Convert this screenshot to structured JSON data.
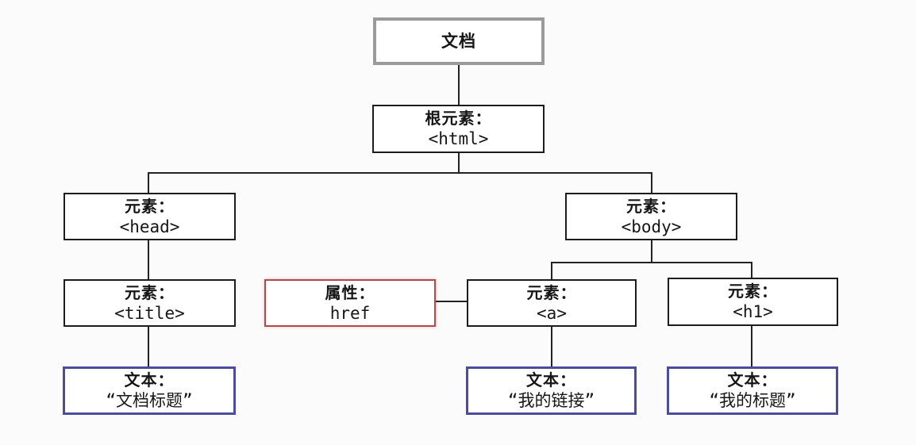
{
  "diagram": {
    "type": "dom-tree",
    "background": "#fbfbfb",
    "colors": {
      "document_border": "#9a9a9a",
      "element_border": "#1c1c1c",
      "attribute_border": "#b04a4a",
      "text_border": "#4c4c9d",
      "connector": "#222222"
    },
    "nodes": {
      "document": {
        "label": "文档"
      },
      "html": {
        "label": "根元素：",
        "value": "<html>"
      },
      "head": {
        "label": "元素：",
        "value": "<head>"
      },
      "body": {
        "label": "元素：",
        "value": "<body>"
      },
      "title": {
        "label": "元素：",
        "value": "<title>"
      },
      "href": {
        "label": "属性：",
        "value": "href"
      },
      "a": {
        "label": "元素：",
        "value": "<a>"
      },
      "h1": {
        "label": "元素：",
        "value": "<h1>"
      },
      "text_title": {
        "label": "文本：",
        "value": "“文档标题”"
      },
      "text_link": {
        "label": "文本：",
        "value": "“我的链接”"
      },
      "text_heading": {
        "label": "文本：",
        "value": "“我的标题”"
      }
    }
  }
}
